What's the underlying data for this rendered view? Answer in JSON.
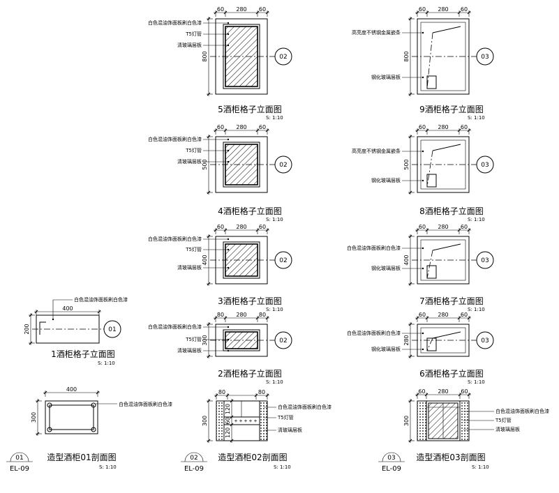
{
  "scale": "S: 1:10",
  "elevations": [
    {
      "title": "5酒柜格子立面图",
      "dims": [
        "60",
        "280",
        "60"
      ],
      "height": "800",
      "marker": "02",
      "notes": [
        "白色混油饰面板刷白色漆",
        "T5灯管",
        "清玻璃层板"
      ]
    },
    {
      "title": "9酒柜格子立面图",
      "dims": [
        "60",
        "280",
        "60"
      ],
      "height": "800",
      "marker": "03",
      "notes": [
        "高亮度不锈钢金属嵌条",
        "钢化玻璃层板"
      ]
    },
    {
      "title": "4酒柜格子立面图",
      "dims": [
        "60",
        "280",
        "60"
      ],
      "height": "500",
      "marker": "02",
      "notes": [
        "白色混油饰面板刷白色漆",
        "T5灯管",
        "清玻璃层板"
      ]
    },
    {
      "title": "8酒柜格子立面图",
      "dims": [
        "60",
        "280",
        "60"
      ],
      "height": "500",
      "marker": "03",
      "notes": [
        "高亮度不锈钢金属嵌条",
        "钢化玻璃层板"
      ]
    },
    {
      "title": "3酒柜格子立面图",
      "dims": [
        "60",
        "280",
        "60"
      ],
      "height": "400",
      "marker": "02",
      "notes": [
        "白色混油饰面板刷白色漆",
        "T5灯管",
        "清玻璃层板"
      ]
    },
    {
      "title": "7酒柜格子立面图",
      "dims": [
        "60",
        "280",
        "60"
      ],
      "height": "400",
      "marker": "03",
      "notes": [
        "白色混油饰面板刷白色漆",
        "钢化玻璃层板"
      ]
    },
    {
      "title": "2酒柜格子立面图",
      "dims": [
        "80",
        "280",
        "80"
      ],
      "height": "300",
      "marker": "02",
      "notes": [
        "白色混油饰面板刷白色漆",
        "T5灯管",
        "清玻璃层板"
      ]
    },
    {
      "title": "6酒柜格子立面图",
      "dims": [
        "60",
        "280",
        "60"
      ],
      "height": "280",
      "marker": "03",
      "notes": [
        "白色混油饰面板刷白色漆",
        "钢化玻璃层板"
      ]
    }
  ],
  "elevation_1": {
    "title": "1酒柜格子立面图",
    "width": "400",
    "height": "200",
    "marker": "01",
    "note": "白色混油饰面板刷白色漆"
  },
  "sections": [
    {
      "title": "造型酒柜01剖面图",
      "ref": "01",
      "sheet": "EL-09",
      "width": "400",
      "height": "300",
      "notes": [
        "白色混油饰面板刷白色漆"
      ]
    },
    {
      "title": "造型酒柜02剖面图",
      "ref": "02",
      "sheet": "EL-09",
      "dims": [
        "80",
        "80"
      ],
      "height": "300",
      "inner": [
        "120",
        "60",
        "120"
      ],
      "notes": [
        "白色混油饰面板刷白色漆",
        "T5灯管",
        "清玻璃层板"
      ]
    },
    {
      "title": "造型酒柜03剖面图",
      "ref": "03",
      "sheet": "EL-09",
      "dims": [
        "60",
        "280",
        "60"
      ],
      "height": "300",
      "notes": [
        "白色混油饰面板刷白色漆",
        "T5灯管",
        "清玻璃层板"
      ]
    }
  ]
}
